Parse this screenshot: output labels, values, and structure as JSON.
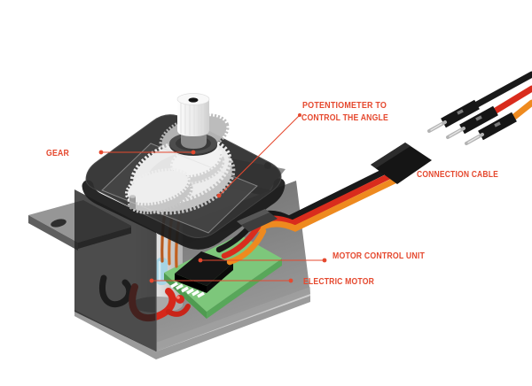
{
  "labels": {
    "gear": "GEAR",
    "potentiometer_line1": "POTENTIOMETER TO",
    "potentiometer_line2": "CONTROL THE ANGLE",
    "connection_cable": "CONNECTION CABLE",
    "motor_control_unit": "MOTOR CONTROL UNIT",
    "electric_motor": "ELECTRIC MOTOR"
  },
  "colors": {
    "label": "#e5492f",
    "wire_black": "#191919",
    "wire_red": "#d92c1d",
    "wire_orange": "#ee8a1f",
    "pcb_green": "#7dc77b",
    "case_dark": "#2e2e2e",
    "gear_white": "#ececec",
    "pin_silver": "#b3b3b3",
    "background": "#ffffff"
  }
}
